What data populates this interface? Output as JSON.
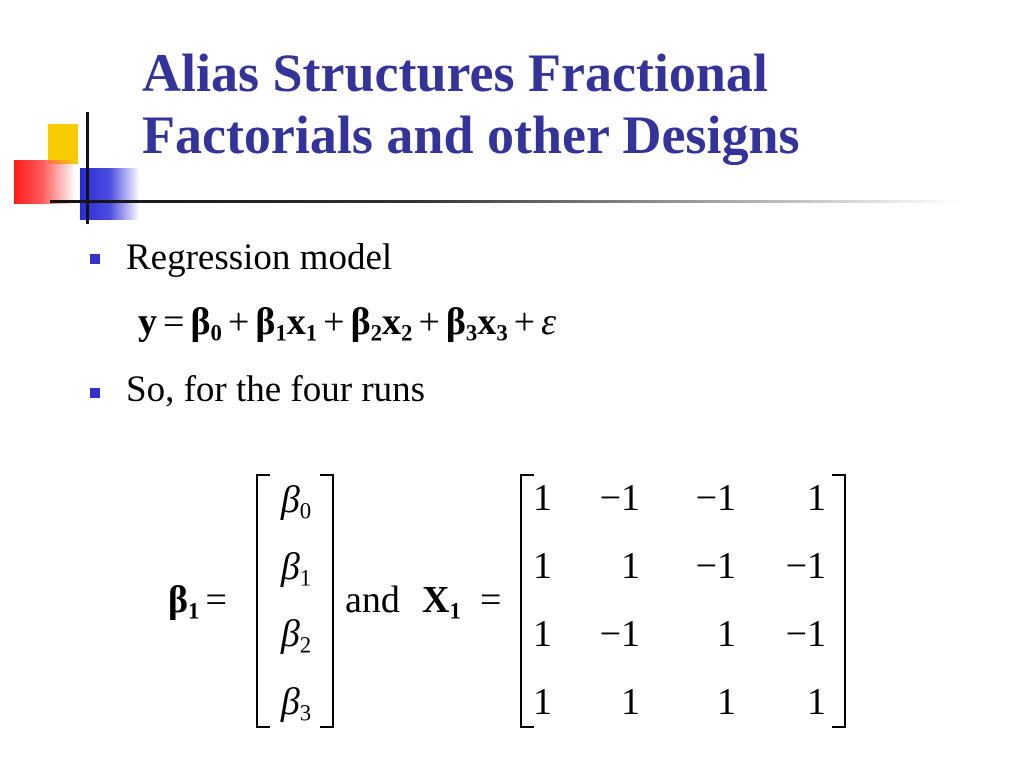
{
  "title": {
    "line1": "Alias Structures Fractional",
    "line2": "Factorials and other Designs"
  },
  "bullets": [
    {
      "text": "Regression model"
    },
    {
      "text": "So, for the four runs"
    }
  ],
  "equation": {
    "y": "y",
    "eq": "=",
    "b0": "β",
    "b0_sub": "0",
    "plus": "+",
    "b1": "β",
    "b1_sub": "1",
    "x1": "x",
    "x1_sub": "1",
    "b2": "β",
    "b2_sub": "2",
    "x2": "x",
    "x2_sub": "2",
    "b3": "β",
    "b3_sub": "3",
    "x3": "x",
    "x3_sub": "3",
    "eps": "ε"
  },
  "matrices": {
    "lhs_beta": "β",
    "lhs_beta_sub": "1",
    "eq": "=",
    "beta_vector": [
      {
        "sym": "β",
        "sub": "0"
      },
      {
        "sym": "β",
        "sub": "1"
      },
      {
        "sym": "β",
        "sub": "2"
      },
      {
        "sym": "β",
        "sub": "3"
      }
    ],
    "and_label": "and",
    "X_label": "X",
    "X_sub": "1",
    "X_rows": [
      [
        "1",
        "−1",
        "−1",
        "1"
      ],
      [
        "1",
        "1",
        "−1",
        "−1"
      ],
      [
        "1",
        "−1",
        "1",
        "−1"
      ],
      [
        "1",
        "1",
        "1",
        "1"
      ]
    ]
  },
  "colors": {
    "title": "#333399",
    "bullet": "#3333cc",
    "accent_yellow": "#f7cc00",
    "accent_red": "#ff1a1a",
    "accent_blue": "#2a2ad8"
  }
}
